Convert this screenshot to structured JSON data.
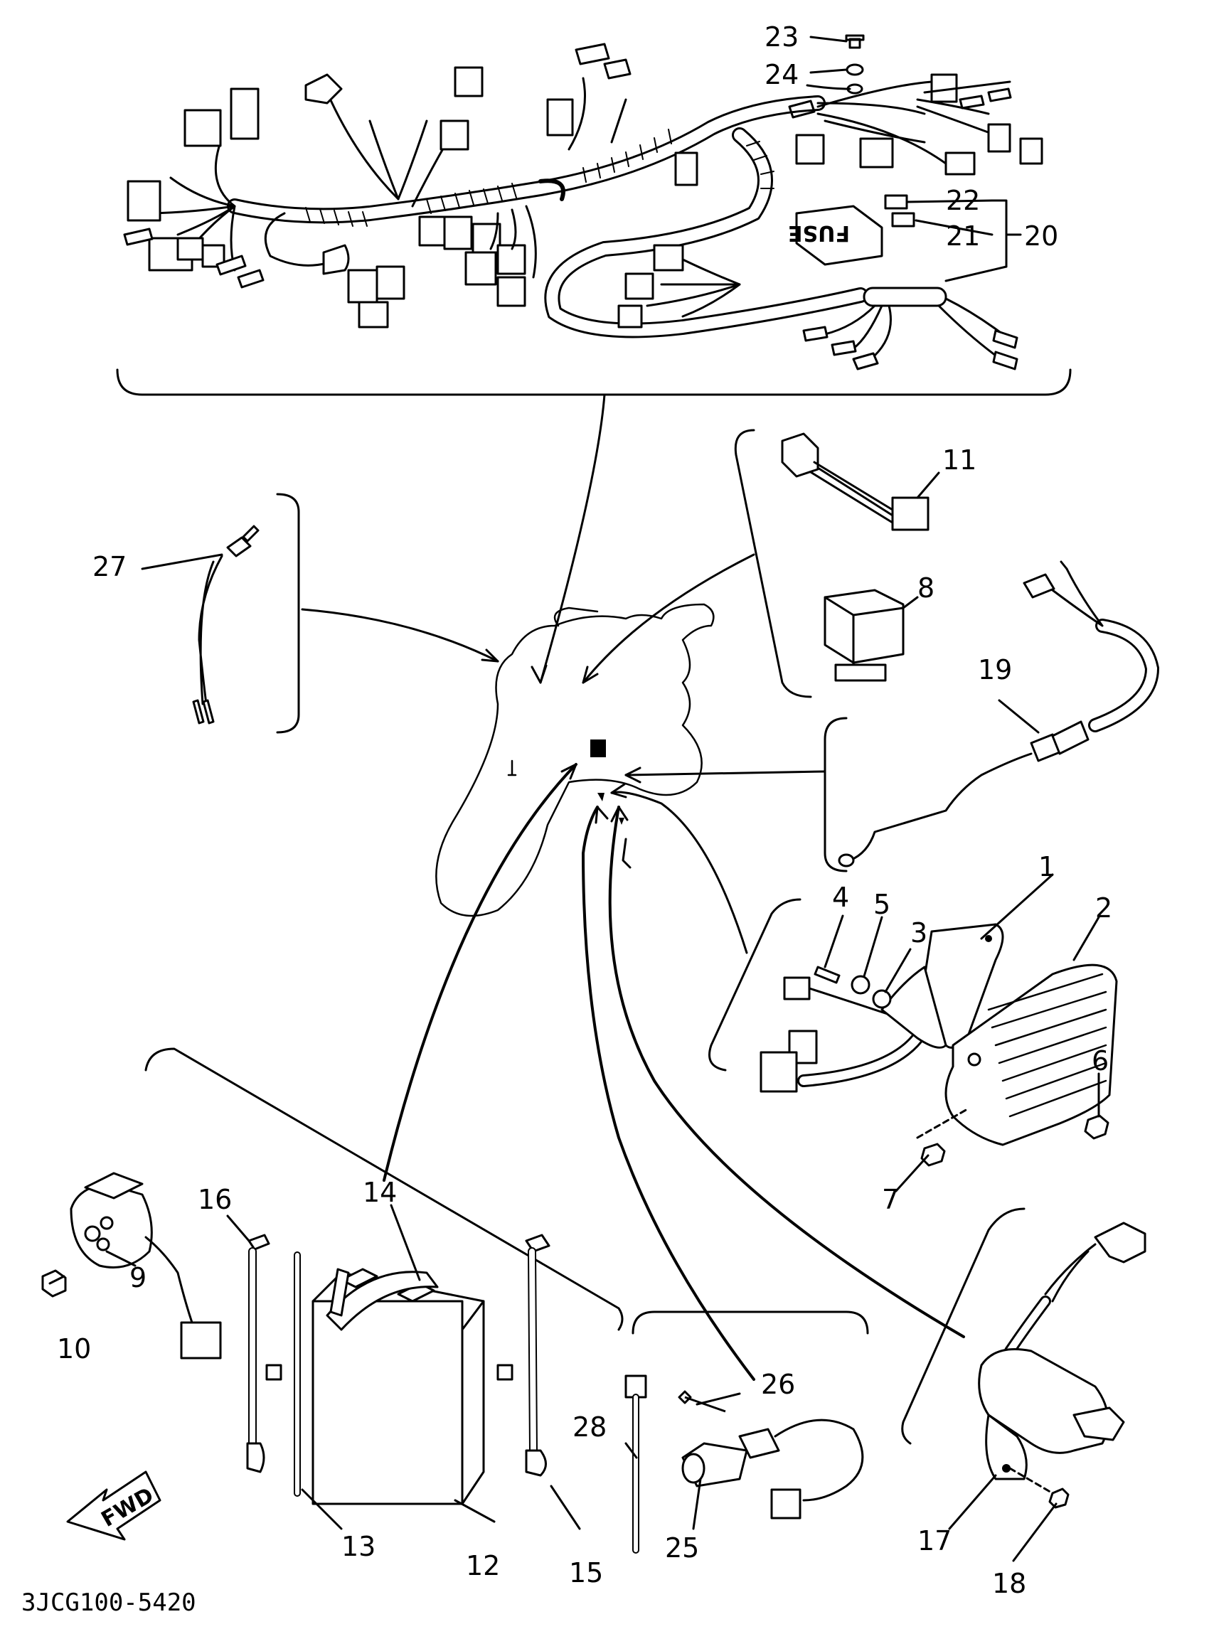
{
  "diagram_code": "3JCG100-5420",
  "fwd_label": "FWD",
  "callouts": {
    "p1": "1",
    "p2": "2",
    "p3": "3",
    "p4": "4",
    "p5": "5",
    "p6": "6",
    "p7": "7",
    "p8": "8",
    "p9": "9",
    "p10": "10",
    "p11": "11",
    "p12": "12",
    "p13": "13",
    "p14": "14",
    "p15": "15",
    "p16": "16",
    "p17": "17",
    "p18": "18",
    "p19": "19",
    "p20": "20",
    "p21": "21",
    "p22": "22",
    "p23": "23",
    "p24": "24",
    "p25": "25",
    "p26": "26",
    "p27": "27",
    "p28": "28"
  },
  "fuse_box_text": "FUSE"
}
